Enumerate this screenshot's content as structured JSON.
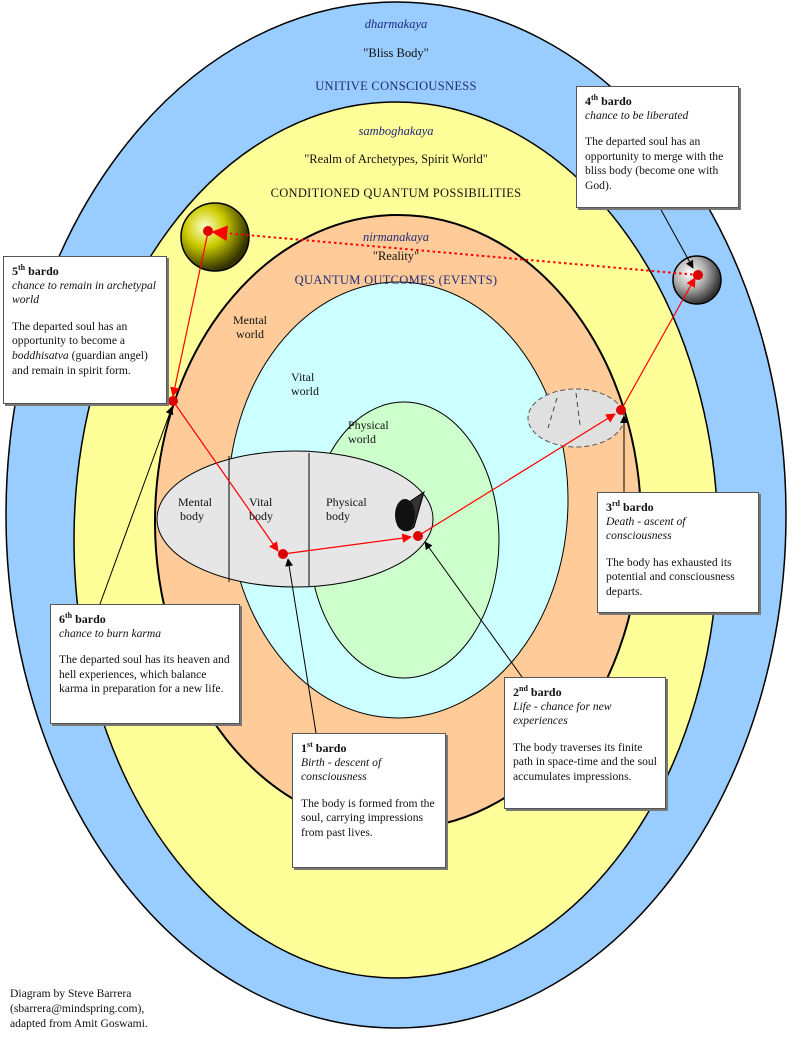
{
  "rings": {
    "dharmakaya": {
      "name": "dharmakaya",
      "subtitle": "\"Bliss Body\"",
      "label": "UNITIVE CONSCIOUSNESS",
      "color": "#99ccff"
    },
    "samboghakaya": {
      "name": "samboghakaya",
      "subtitle": "\"Realm of Archetypes, Spirit World\"",
      "label": "CONDITIONED QUANTUM POSSIBILITIES",
      "color": "#ffff99"
    },
    "nirmanakaya": {
      "name": "nirmanakaya",
      "subtitle": "\"Reality\"",
      "label": "QUANTUM OUTCOMES (EVENTS)",
      "color": "#ffcc99"
    }
  },
  "worlds": {
    "mental": {
      "line1": "Mental",
      "line2": "world",
      "color": "#ccffff"
    },
    "vital": {
      "line1": "Vital",
      "line2": "world"
    },
    "physical": {
      "line1": "Physical",
      "line2": "world",
      "color": "#ccffcc"
    }
  },
  "bodies": {
    "mental": {
      "line1": "Mental",
      "line2": "body"
    },
    "vital": {
      "line1": "Vital",
      "line2": "body"
    },
    "physical": {
      "line1": "Physical",
      "line2": "body"
    },
    "color": "#e6e6e6"
  },
  "bardos": [
    {
      "num": "1",
      "sup": "st",
      "word": "bardo",
      "subtitle": "Birth - descent of consciousness",
      "desc": "The body is formed from the soul, carrying impressions from past lives."
    },
    {
      "num": "2",
      "sup": "nd",
      "word": "bardo",
      "subtitle": "Life - chance for new experiences",
      "desc": "The body traverses its finite path in space-time and the soul accumulates impressions."
    },
    {
      "num": "3",
      "sup": "rd",
      "word": "bardo",
      "subtitle": "Death - ascent of consciousness",
      "desc": "The body has exhausted its potential and consciousness departs."
    },
    {
      "num": "4",
      "sup": "th",
      "word": "bardo",
      "subtitle": "chance to be liberated",
      "desc": "The departed soul has an opportunity to merge with the bliss body (become one with God)."
    },
    {
      "num": "5",
      "sup": "th",
      "word": "bardo",
      "subtitle": "chance to remain in archetypal world",
      "desc_pre": "The departed soul has an opportunity to become a ",
      "desc_em": "boddhisatva",
      "desc_post": " (guardian angel) and remain in spirit form."
    },
    {
      "num": "6",
      "sup": "th",
      "word": "bardo",
      "subtitle": "chance to burn karma",
      "desc": "The departed soul has its heaven and hell experiences, which balance karma in preparation for a new life."
    }
  ],
  "credit": {
    "line1": "Diagram by Steve Barrera",
    "line2": "(sbarrera@mindspring.com),",
    "line3": "adapted from Amit Goswami."
  },
  "colors": {
    "path": "#ff0000",
    "point": "#dd0000",
    "orb_gold": "#cccc00",
    "orb_grey": "#999999"
  }
}
